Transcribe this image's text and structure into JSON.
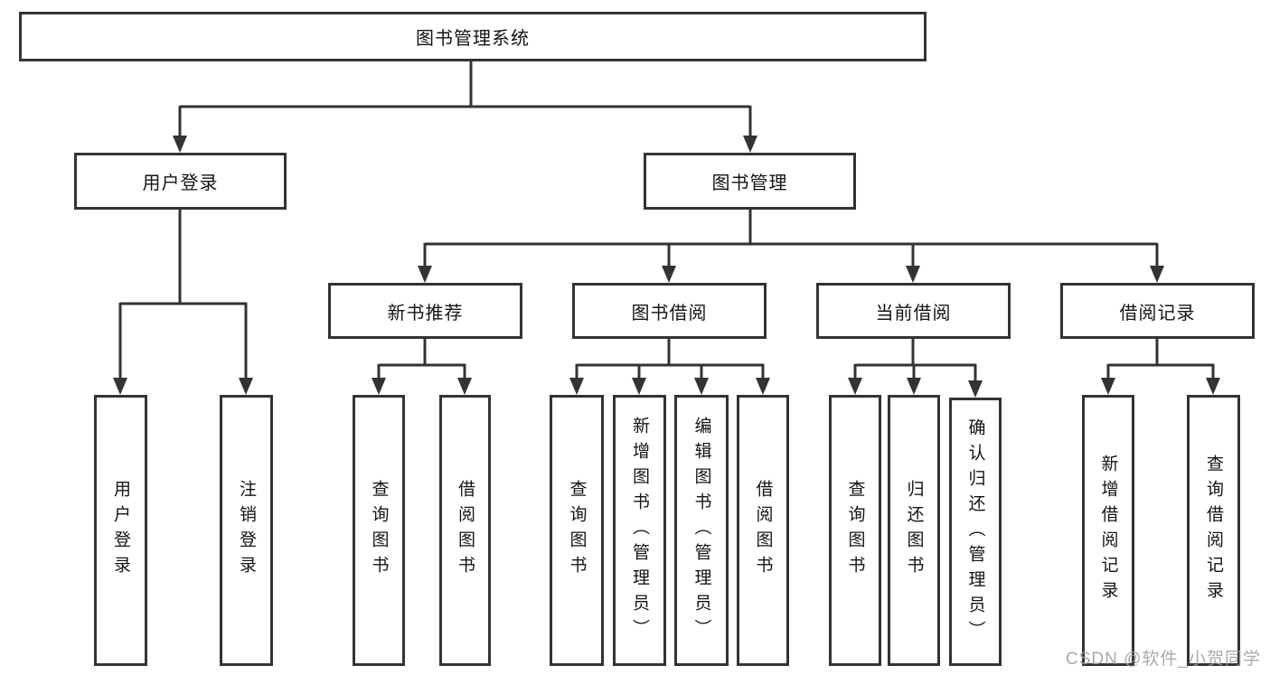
{
  "diagram": {
    "title_node": "图书管理系统",
    "level2": {
      "user_login": "用户登录",
      "book_mgmt": "图书管理"
    },
    "level3": {
      "new_book": "新书推荐",
      "book_borrow": "图书借阅",
      "current_borrow": "当前借阅",
      "borrow_record": "借阅记录"
    },
    "leaves": {
      "user_login": [
        "用户登录",
        "注销登录"
      ],
      "new_book": [
        "查询图书",
        "借阅图书"
      ],
      "book_borrow": [
        "查询图书",
        "新增图书（管理员）",
        "编辑图书（管理员）",
        "借阅图书"
      ],
      "current_borrow": [
        "查询图书",
        "归还图书",
        "确认归还（管理员）"
      ],
      "borrow_record": [
        "新增借阅记录",
        "查询借阅记录"
      ]
    },
    "colors": {
      "line": "#333333",
      "box_border": "#333333",
      "text": "#141414",
      "watermark": "#9e9e9e"
    }
  },
  "watermark": {
    "text": "CSDN @软件_小贺同学"
  }
}
